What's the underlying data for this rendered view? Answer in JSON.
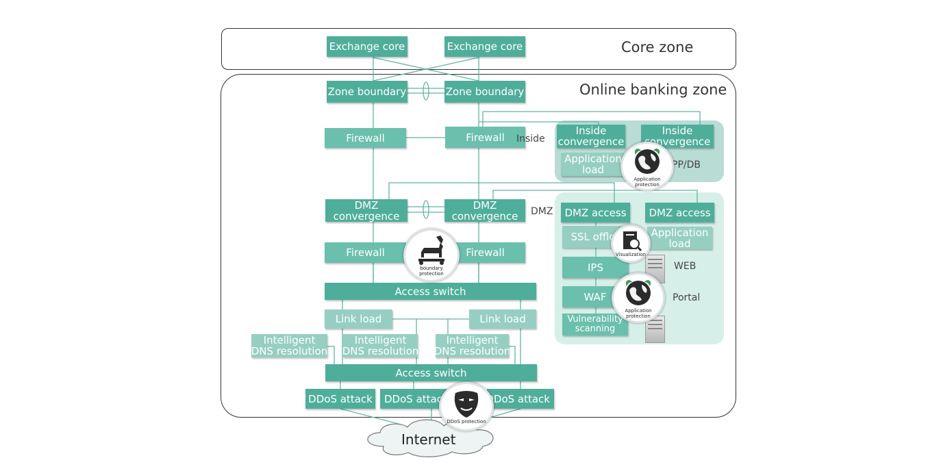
{
  "zones": {
    "core": "Core zone",
    "online": "Online banking zone"
  },
  "nodes": {
    "exchange_core_1": "Exchange core",
    "exchange_core_2": "Exchange core",
    "zone_boundary_1": "Zone boundary",
    "zone_boundary_2": "Zone boundary",
    "firewall_1": "Firewall",
    "firewall_2": "Firewall",
    "dmz_convergence_1": [
      "DMZ",
      "convergence"
    ],
    "dmz_convergence_2": [
      "DMZ",
      "convergence"
    ],
    "firewall_3": "Firewall",
    "firewall_4": "Firewall",
    "access_switch_1": "Access switch",
    "link_load_1": "Link load",
    "link_load_2": "Link load",
    "dns_1": [
      "Intelligent",
      "DNS resolution"
    ],
    "dns_2": [
      "Intelligent",
      "DNS resolution"
    ],
    "dns_3": [
      "Intelligent",
      "DNS resolution"
    ],
    "access_switch_2": "Access switch",
    "ddos_1": "DDoS attack",
    "ddos_2": "DDoS attack",
    "ddos_3": "DDoS attack",
    "inside_conv_1": [
      "Inside",
      "convergence"
    ],
    "inside_conv_2": [
      "Inside",
      "convergence"
    ],
    "app_load_1": [
      "Application",
      "load"
    ],
    "dmz_access_1": "DMZ access",
    "dmz_access_2": "DMZ access",
    "ssl_offload": "SSL offlo",
    "app_load_2": [
      "Application",
      "load"
    ],
    "ips": "IPS",
    "waf": "WAF",
    "vuln_scan": [
      "Vulnerability",
      "scanning"
    ]
  },
  "labels": {
    "inside": "Inside",
    "dmz": "DMZ",
    "app_db": "PP/DB",
    "web": "WEB",
    "portal": "Portal",
    "internet": "Internet"
  },
  "badges": {
    "app_protection_1": [
      "Application",
      "protection"
    ],
    "boundary_protection": [
      "boundary",
      "protection"
    ],
    "visualization": [
      "Visualization"
    ],
    "app_protection_2": [
      "Application",
      "protection"
    ],
    "ddos_protection": [
      "DDoS protection"
    ]
  },
  "colors": {
    "node_dark": "#4fae9a",
    "node_mid": "#6bbfad",
    "node_light": "#96cfc2",
    "line": "#5fb5a3",
    "panel_app": "#b9dcd5",
    "panel_web": "#d7efe9",
    "zone_border": "#333333"
  }
}
